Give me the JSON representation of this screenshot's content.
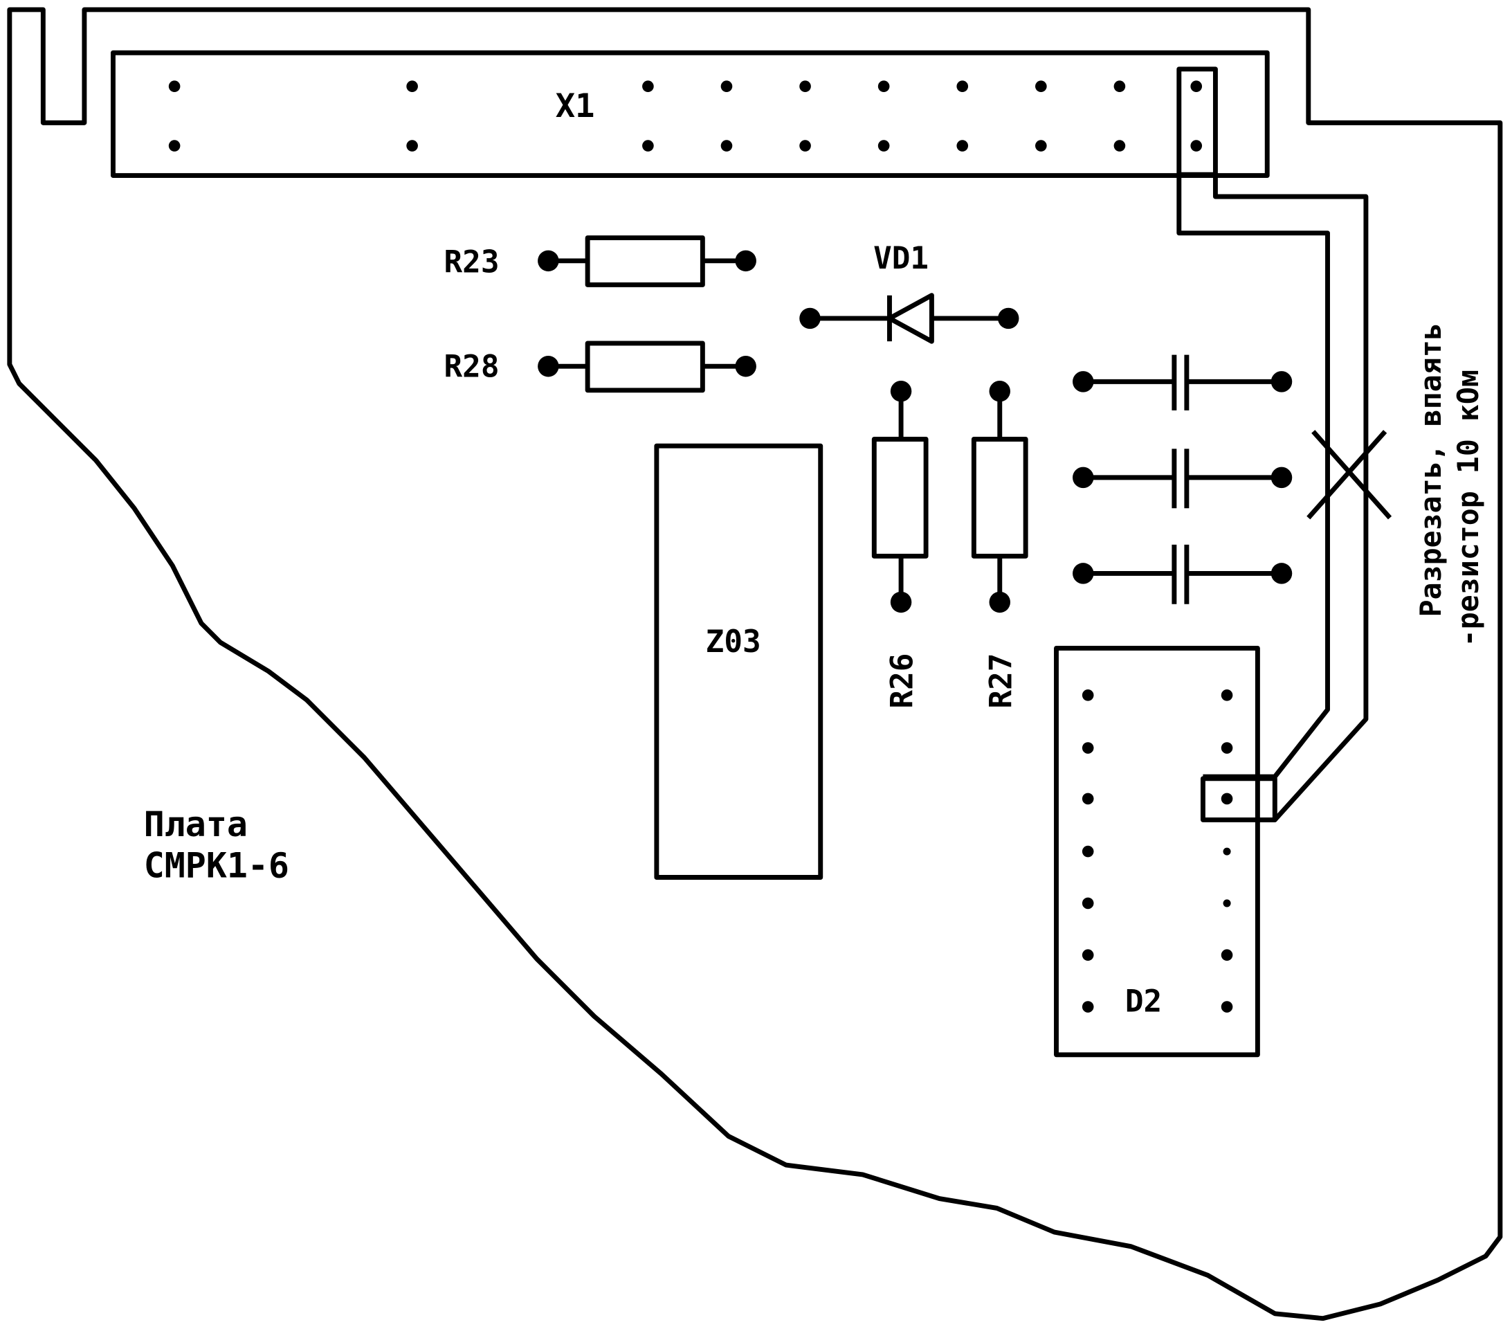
{
  "board": {
    "title_line1": "Плата",
    "title_line2": "СМРК1-6"
  },
  "components": {
    "x1": "X1",
    "r23": "R23",
    "r28": "R28",
    "vd1": "VD1",
    "r26": "R26",
    "r27": "R27",
    "z03": "Z03",
    "d2": "D2"
  },
  "note": {
    "line1": "Разрезать, впаять",
    "line2": "-резистор 10 кОм"
  },
  "colors": {
    "ink": "#000000",
    "background": "#ffffff"
  }
}
